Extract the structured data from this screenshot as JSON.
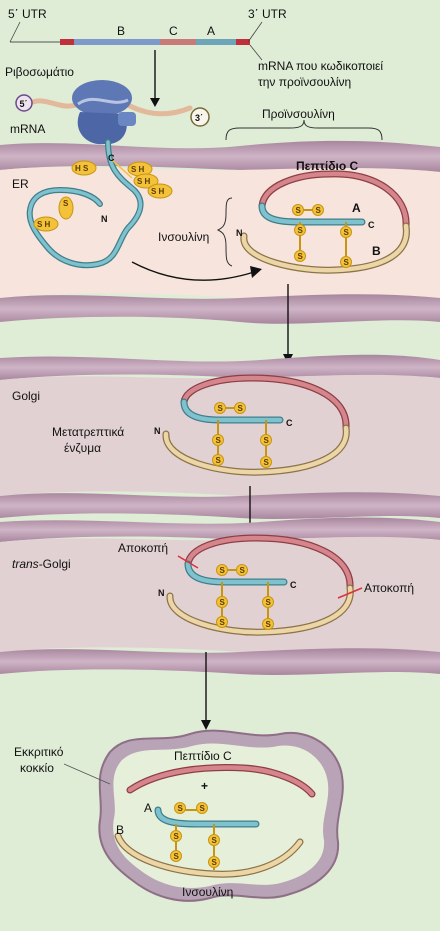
{
  "mrna": {
    "utr5": "5΄ UTR",
    "utr3": "3΄ UTR",
    "seg_b": "B",
    "seg_c": "C",
    "seg_a": "A",
    "caption_line1": "mRNA που κωδικοποιεί",
    "caption_line2": "την προϊνσουλίνη"
  },
  "ribosome": {
    "label": "Ριβοσωμάτιο",
    "mrna_label": "mRNA",
    "end5": "5΄",
    "end3": "3΄"
  },
  "proinsulin_label": "Προϊνσουλίνη",
  "er": {
    "label": "ER",
    "peptide_c": "Πεπτίδιο C",
    "insulin": "Ινσουλίνη",
    "chain_a": "A",
    "chain_b": "B",
    "n_term": "N",
    "c_term": "C",
    "sh": "S H",
    "hs": "H S",
    "s": "S"
  },
  "golgi": {
    "label": "Golgi",
    "enzymes_line1": "Μετατρεπτικά",
    "enzymes_line2": "ένζυμα",
    "n_term": "N",
    "c_term": "C"
  },
  "trans_golgi": {
    "label_italic": "trans",
    "label_rest": "-Golgi",
    "cleavage_left": "Αποκοπή",
    "cleavage_right": "Αποκοπή",
    "n_term": "N",
    "c_term": "C"
  },
  "vesicle": {
    "label_line1": "Εκκριτικό",
    "label_line2": "κοκκίο",
    "peptide_c": "Πεπτίδιο C",
    "plus": "+",
    "chain_a": "A",
    "chain_b": "B",
    "insulin": "Ινσουλίνη"
  },
  "colors": {
    "background": "#dfecd6",
    "lumen": "#f6e4dd",
    "membrane": "#c7a6bb",
    "membrane_dark": "#8e6f86",
    "red_chain": "#c97a80",
    "teal_chain": "#5aa6b3",
    "tan_chain": "#e8cf9d",
    "sulfur": "#f3c23a",
    "ribosome": "#5d78b5",
    "vesicle": "#e6efd9"
  }
}
